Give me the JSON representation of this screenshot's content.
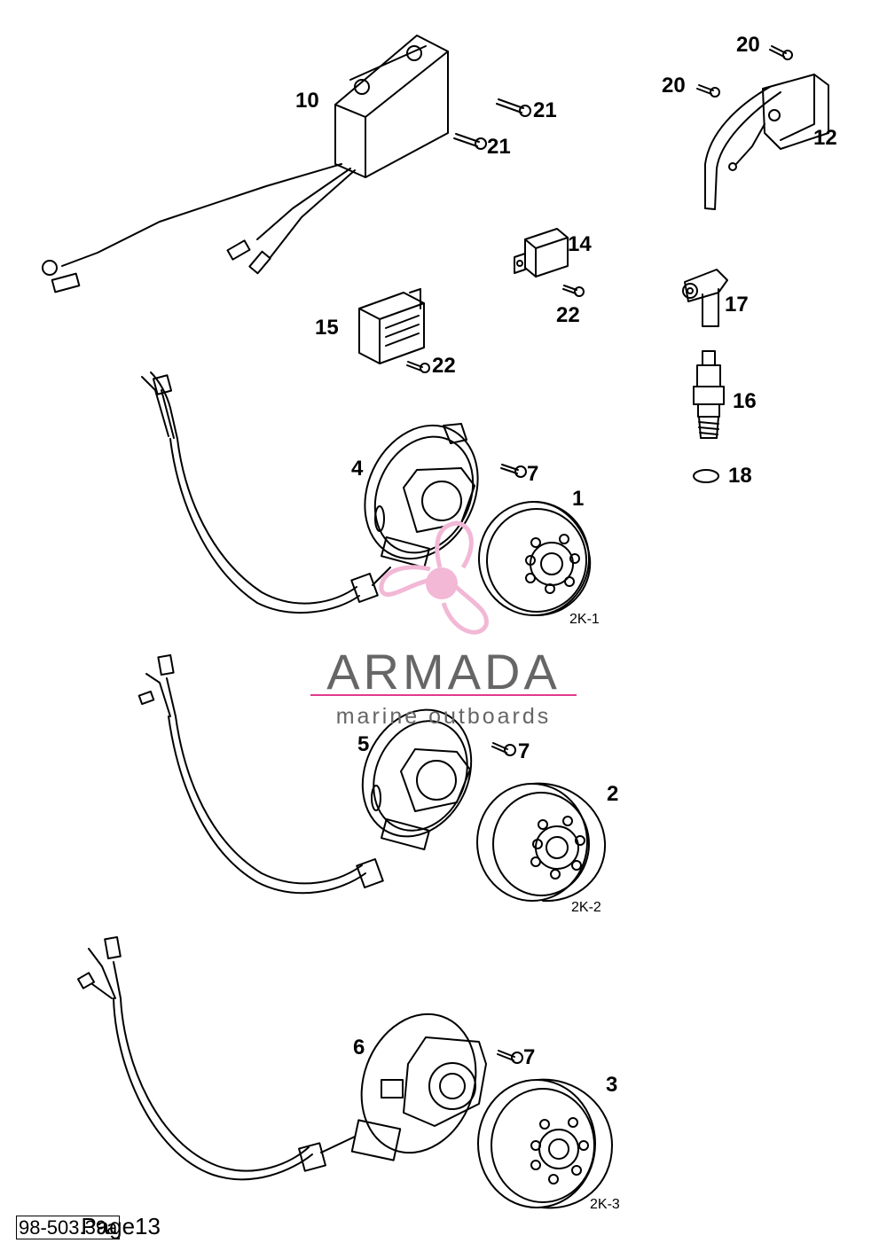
{
  "callouts": [
    {
      "id": "c10",
      "text": "10"
    },
    {
      "id": "c21a",
      "text": "21"
    },
    {
      "id": "c21b",
      "text": "21"
    },
    {
      "id": "c20a",
      "text": "20"
    },
    {
      "id": "c20b",
      "text": "20"
    },
    {
      "id": "c12",
      "text": "12"
    },
    {
      "id": "c14",
      "text": "14"
    },
    {
      "id": "c22a",
      "text": "22"
    },
    {
      "id": "c15",
      "text": "15"
    },
    {
      "id": "c22b",
      "text": "22"
    },
    {
      "id": "c17",
      "text": "17"
    },
    {
      "id": "c16",
      "text": "16"
    },
    {
      "id": "c18",
      "text": "18"
    },
    {
      "id": "c4",
      "text": "4"
    },
    {
      "id": "c7a",
      "text": "7"
    },
    {
      "id": "c1",
      "text": "1"
    },
    {
      "id": "c5",
      "text": "5"
    },
    {
      "id": "c7b",
      "text": "7"
    },
    {
      "id": "c2",
      "text": "2"
    },
    {
      "id": "c6",
      "text": "6"
    },
    {
      "id": "c7c",
      "text": "7"
    },
    {
      "id": "c3",
      "text": "3"
    }
  ],
  "sections": {
    "s1": "2K-1",
    "s2": "2K-2",
    "s3": "2K-3"
  },
  "watermark": {
    "title": "ARMADA",
    "subtitle": "marine outboards",
    "colors": {
      "text": "#666666",
      "accent": "#e03a8c",
      "logo": "#f2b8d6"
    }
  },
  "footer": {
    "code": "98-503.39a",
    "page": "Page13"
  }
}
